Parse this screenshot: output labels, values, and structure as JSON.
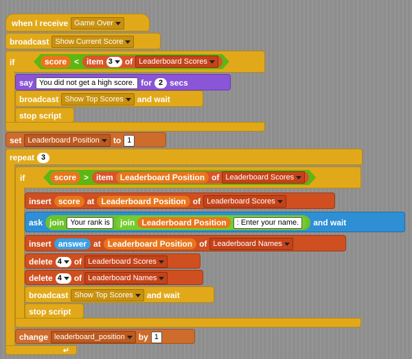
{
  "hat": {
    "when_label": "when I receive",
    "message": "Game Over"
  },
  "broadcast1": {
    "label": "broadcast",
    "message": "Show Current Score"
  },
  "if1": {
    "if_label": "if",
    "score_label": "score",
    "lt": "<",
    "item_label": "item",
    "item_num": "3",
    "of_label": "of",
    "list": "Leaderboard Scores"
  },
  "say": {
    "say_label": "say",
    "text": "You did not get a high score.",
    "for_label": "for",
    "secs_value": "2",
    "secs_label": "secs"
  },
  "broadcast2": {
    "label": "broadcast",
    "message": "Show Top Scores",
    "and_wait": "and wait"
  },
  "stop1": {
    "label": "stop script"
  },
  "set": {
    "set_label": "set",
    "var": "Leaderboard Position",
    "to_label": "to",
    "value": "1"
  },
  "repeat": {
    "label": "repeat",
    "value": "3"
  },
  "if2": {
    "if_label": "if",
    "score_label": "score",
    "gt": ">",
    "item_label": "item",
    "pos": "Leaderboard Position",
    "of_label": "of",
    "list": "Leaderboard Scores"
  },
  "insert1": {
    "insert_label": "insert",
    "score_label": "score",
    "at_label": "at",
    "pos": "Leaderboard Position",
    "of_label": "of",
    "list": "Leaderboard Scores"
  },
  "ask": {
    "ask_label": "ask",
    "join_label": "join",
    "rank_text": "Your rank is",
    "join2_label": "join",
    "pos": "Leaderboard Position",
    "enter_text": ": Enter your name.",
    "and_wait": "and wait"
  },
  "insert2": {
    "insert_label": "insert",
    "answer_label": "answer",
    "at_label": "at",
    "pos": "Leaderboard Position",
    "of_label": "of",
    "list": "Leaderboard Names"
  },
  "delete1": {
    "label": "delete",
    "num": "4",
    "of_label": "of",
    "list": "Leaderboard Scores"
  },
  "delete2": {
    "label": "delete",
    "num": "4",
    "of_label": "of",
    "list": "Leaderboard Names"
  },
  "broadcast3": {
    "label": "broadcast",
    "message": "Show Top Scores",
    "and_wait": "and wait"
  },
  "stop2": {
    "label": "stop script"
  },
  "change": {
    "label": "change",
    "var": "leaderboard_position",
    "by_label": "by",
    "value": "1"
  }
}
